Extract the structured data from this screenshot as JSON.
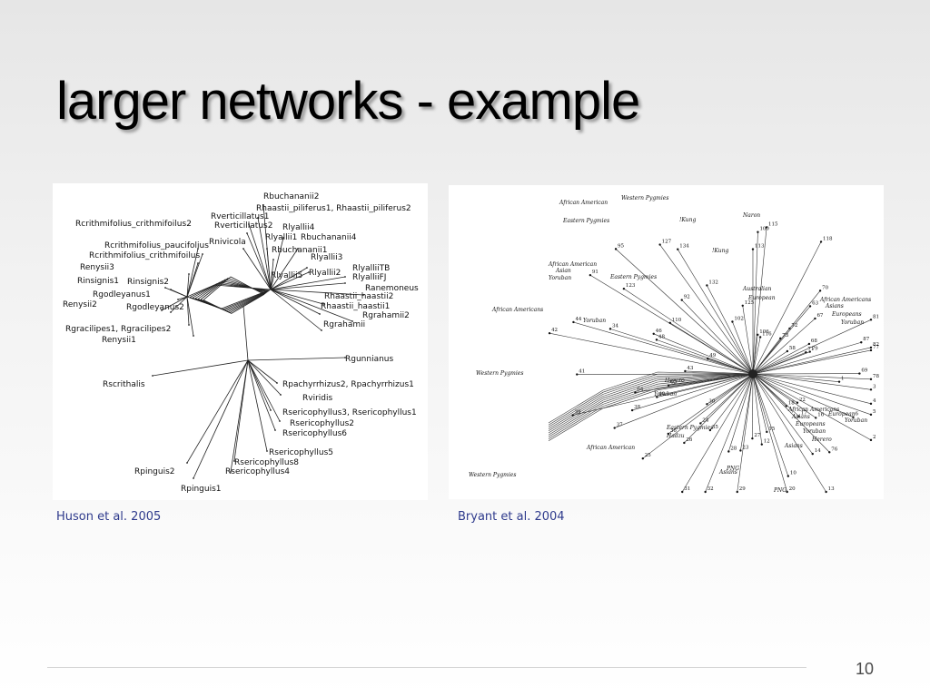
{
  "slide": {
    "title": "larger networks - example",
    "page_number": "10"
  },
  "left_figure": {
    "caption": "Huson et al. 2005",
    "taxa": [
      "Rbuchananii2",
      "Rhaastii_piliferus1, Rhaastii_piliferus2",
      "Rverticillatus1",
      "Rverticillatus2",
      "Rnivicola",
      "Rlyallii4",
      "Rlyallii1",
      "Rbuchananii4",
      "Rbuchananii1",
      "Rlyallii3",
      "Rlyallii5",
      "Rlyallii2",
      "RlyalliiTB",
      "RlyalliiFJ",
      "Ranemoneus",
      "Rhaastii_haastii2",
      "Rhaastii_haastii1",
      "Rgrahamii2",
      "Rgrahamii",
      "Rcrithmifolius_crithmifoilus2",
      "Rcrithmifolius_paucifolius",
      "Rcrithmifolius_crithmifoilus",
      "Renysii3",
      "Rinsignis1",
      "Rinsignis2",
      "Rgodleyanus1",
      "Renysii2",
      "Rgodleyanus2",
      "Rgracilipes1, Rgracilipes2",
      "Renysii1",
      "Rgunnianus",
      "Rpachyrrhizus2, Rpachyrrhizus1",
      "Rviridis",
      "Rsericophyllus3, Rsericophyllus1",
      "Rsericophyllus2",
      "Rsericophyllus6",
      "Rscrithalis",
      "Rsericophyllus5",
      "Rsericophyllus8",
      "Rsericophyllus4",
      "Rpinguis2",
      "Rpinguis1"
    ]
  },
  "right_figure": {
    "caption": "Bryant et al. 2004",
    "group_labels": [
      "African American",
      "Western Pygmies",
      "Eastern Pygmies",
      "!Kung",
      "Naron",
      "!Kung",
      "African American",
      "Asian",
      "Yoruban",
      "Eastern Pygmies",
      "Australian",
      "European",
      "African Americans",
      "Asians",
      "Europeans",
      "Yoruban",
      "African Americans",
      "Yoruban",
      "Western Pygmies",
      "Herero",
      "Yoruban",
      "Eastern Pygmies",
      "Hadzu",
      "African American",
      "African Americans",
      "Asians",
      "Europeans",
      "Yoruban",
      "Herero",
      "European",
      "Yoruban",
      "Asians",
      "Western Pygmies",
      "PNG",
      "PNG",
      "Asians"
    ],
    "node_numbers": [
      "3",
      "1",
      "4",
      "5",
      "6",
      "2",
      "22",
      "16",
      "17",
      "76",
      "18",
      "13",
      "14",
      "15",
      "10",
      "12",
      "20",
      "27",
      "23",
      "29",
      "28",
      "32",
      "31",
      "35",
      "26",
      "25",
      "24",
      "30",
      "36",
      "37",
      "40",
      "38",
      "39",
      "64",
      "65",
      "43",
      "41",
      "42",
      "44",
      "34",
      "49",
      "48",
      "46",
      "123",
      "91",
      "110",
      "92",
      "95",
      "127",
      "132",
      "134",
      "125",
      "102",
      "113",
      "115",
      "100",
      "106",
      "116",
      "118",
      "72",
      "73",
      "70",
      "63",
      "67",
      "68",
      "58",
      "71",
      "79",
      "87",
      "81",
      "82",
      "77",
      "78",
      "69"
    ]
  }
}
